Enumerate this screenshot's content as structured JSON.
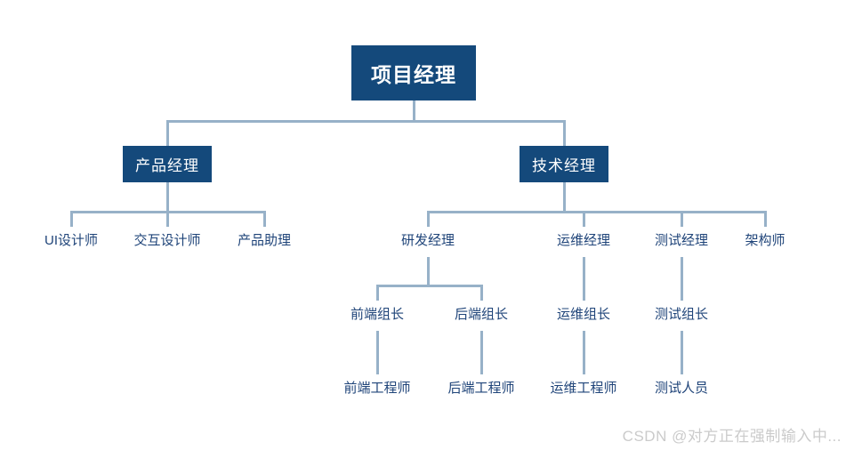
{
  "nodes": {
    "project_manager": "项目经理",
    "product_manager": "产品经理",
    "tech_manager": "技术经理",
    "ui_designer": "UI设计师",
    "interaction_designer": "交互设计师",
    "product_assistant": "产品助理",
    "rd_manager": "研发经理",
    "ops_manager": "运维经理",
    "test_manager": "测试经理",
    "architect": "架构师",
    "frontend_lead": "前端组长",
    "backend_lead": "后端组长",
    "ops_lead": "运维组长",
    "test_lead": "测试组长",
    "frontend_engineer": "前端工程师",
    "backend_engineer": "后端工程师",
    "ops_engineer": "运维工程师",
    "test_staff": "测试人员"
  },
  "hierarchy": {
    "项目经理": {
      "产品经理": [
        "UI设计师",
        "交互设计师",
        "产品助理"
      ],
      "技术经理": {
        "研发经理": {
          "前端组长": [
            "前端工程师"
          ],
          "后端组长": [
            "后端工程师"
          ]
        },
        "运维经理": {
          "运维组长": [
            "运维工程师"
          ]
        },
        "测试经理": {
          "测试组长": [
            "测试人员"
          ]
        },
        "架构师": []
      }
    }
  },
  "watermark": "CSDN @对方正在强制输入中...",
  "colors": {
    "box_fill": "#14497b",
    "box_text": "#ffffff",
    "label_text": "#1f4479",
    "connector": "#97b1c8",
    "watermark": "#cbcbcb",
    "background": "#ffffff"
  }
}
